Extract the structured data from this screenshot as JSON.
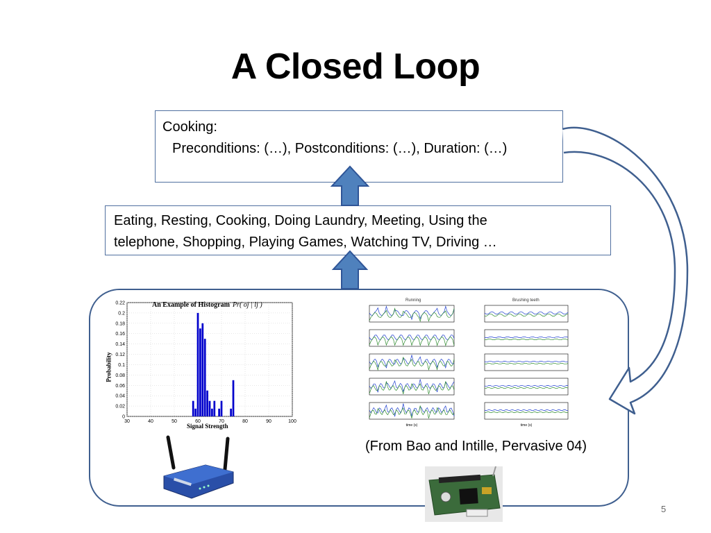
{
  "slide": {
    "title": "A Closed Loop",
    "page_number": "5"
  },
  "activity_box": {
    "line1": "Cooking:",
    "line2": "Preconditions: (…), Postconditions: (…), Duration: (…)"
  },
  "activities_box": {
    "line1": "Eating, Resting, Cooking, Doing Laundry, Meeting, Using the",
    "line2": "telephone, Shopping, Playing Games, Watching TV, Driving …"
  },
  "histogram": {
    "title": "An Example of Histogram",
    "formula": "Pr( oj | lj )",
    "xlabel": "Signal Strength",
    "ylabel": "Probability"
  },
  "signal_plots": {
    "left_title": "Running",
    "right_title": "Brushing teeth",
    "xlabel": "time (s)"
  },
  "credit": "(From Bao and Intille, Pervasive 04)",
  "colors": {
    "box_border": "#4f6f9f",
    "arrow_fill": "#4f81bd",
    "arrow_stroke": "#2f5597",
    "loop_stroke": "#3f5f8f",
    "bar_fill": "#0000cc"
  },
  "icons": [
    "router-icon",
    "sensor-board-icon",
    "up-arrow-icon",
    "feedback-arrow-icon"
  ],
  "chart_data": {
    "type": "bar",
    "title": "An Example of Histogram",
    "xlabel": "Signal Strength",
    "ylabel": "Probability",
    "xlim": [
      30,
      100
    ],
    "ylim": [
      0,
      0.22
    ],
    "xticks": [
      30,
      40,
      50,
      60,
      70,
      80,
      90,
      100
    ],
    "yticks": [
      0,
      0.02,
      0.04,
      0.06,
      0.08,
      0.1,
      0.12,
      0.14,
      0.16,
      0.18,
      0.2,
      0.22
    ],
    "grid": true,
    "x": [
      58,
      59,
      60,
      61,
      62,
      63,
      64,
      65,
      66,
      67,
      68,
      69,
      70,
      71,
      72,
      73,
      74,
      75
    ],
    "values": [
      0.03,
      0.015,
      0.2,
      0.17,
      0.18,
      0.15,
      0.05,
      0.03,
      0.015,
      0.03,
      0.0,
      0.015,
      0.03,
      0.0,
      0.0,
      0.0,
      0.015,
      0.07
    ]
  }
}
